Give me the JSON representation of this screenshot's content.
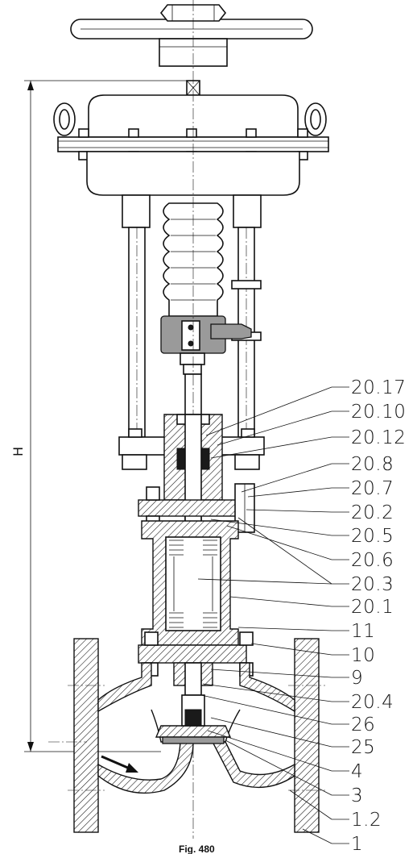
{
  "dimension": {
    "height_label": "H"
  },
  "caption": "Fig. 480",
  "part_labels": [
    {
      "id": "p20_17",
      "text": "20.17"
    },
    {
      "id": "p20_10",
      "text": "20.10"
    },
    {
      "id": "p20_12",
      "text": "20.12"
    },
    {
      "id": "p20_8",
      "text": "20.8"
    },
    {
      "id": "p20_7",
      "text": "20.7"
    },
    {
      "id": "p20_2",
      "text": "20.2"
    },
    {
      "id": "p20_5",
      "text": "20.5"
    },
    {
      "id": "p20_6",
      "text": "20.6"
    },
    {
      "id": "p20_3",
      "text": "20.3"
    },
    {
      "id": "p20_1",
      "text": "20.1"
    },
    {
      "id": "p11",
      "text": "11"
    },
    {
      "id": "p10",
      "text": "10"
    },
    {
      "id": "p9",
      "text": "9"
    },
    {
      "id": "p20_4",
      "text": "20.4"
    },
    {
      "id": "p26",
      "text": "26"
    },
    {
      "id": "p25",
      "text": "25"
    },
    {
      "id": "p4",
      "text": "4"
    },
    {
      "id": "p3",
      "text": "3"
    },
    {
      "id": "p1_2",
      "text": "1.2"
    },
    {
      "id": "p1",
      "text": "1"
    }
  ]
}
